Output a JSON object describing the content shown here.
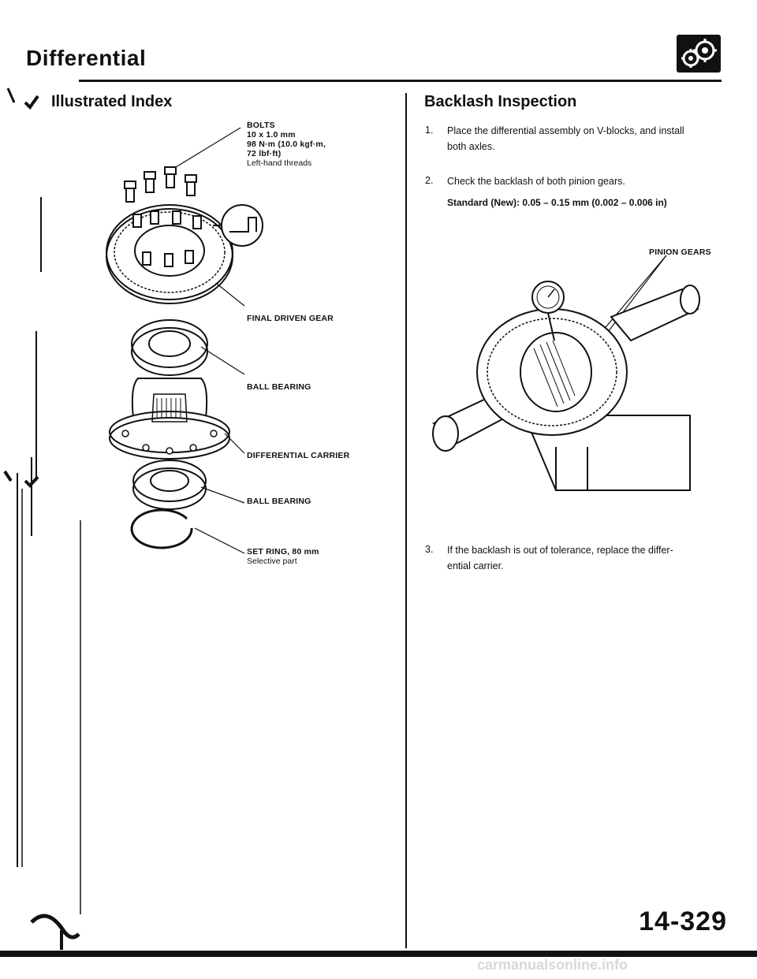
{
  "header": {
    "title": "Differential"
  },
  "left": {
    "heading": "Illustrated Index",
    "callouts": {
      "bolts_title": "BOLTS",
      "bolts_lines": [
        "10 x 1.0 mm",
        "98 N·m (10.0 kgf·m,",
        "72 lbf·ft)",
        "Left-hand threads"
      ],
      "final_driven_gear": "FINAL DRIVEN GEAR",
      "ball_bearing_top": "BALL BEARING",
      "differential_carrier": "DIFFERENTIAL CARRIER",
      "ball_bearing_bottom": "BALL BEARING",
      "set_ring": "SET RING, 80 mm",
      "set_ring_note": "Selective part"
    }
  },
  "right": {
    "heading": "Backlash Inspection",
    "steps": [
      {
        "num": "1.",
        "lines": [
          "Place the differential assembly on V-blocks, and install",
          "both axles."
        ]
      },
      {
        "num": "2.",
        "lines": [
          "Check the backlash of both pinion gears."
        ]
      },
      {
        "num": "3.",
        "lines": [
          "If the backlash is out of tolerance, replace the differ-",
          "ential carrier."
        ]
      }
    ],
    "standard": "Standard (New): 0.05 – 0.15 mm (0.002 – 0.006 in)",
    "figure_label": "PINION GEARS"
  },
  "footer": {
    "page_number": "14-329",
    "watermark": "carmanualsonline.info"
  }
}
